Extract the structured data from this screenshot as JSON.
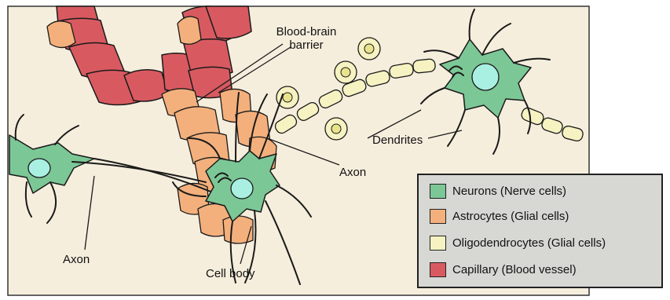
{
  "labels": {
    "blood_brain_barrier": "Blood-brain\nbarrier",
    "dendrites": "Dendrites",
    "axon_right": "Axon",
    "axon_left": "Axon",
    "cell_body": "Cell body"
  },
  "legend": [
    {
      "label": "Neurons (Nerve cells)",
      "color": "#7cc796"
    },
    {
      "label": "Astrocytes (Glial cells)",
      "color": "#f3b07c"
    },
    {
      "label": "Oligodendrocytes (Glial cells)",
      "color": "#f6f2c2"
    },
    {
      "label": "Capillary (Blood vessel)",
      "color": "#d85a60"
    }
  ],
  "colors": {
    "background": "#f6eedd",
    "neuron": "#7cc796",
    "nucleus": "#a9f0e2",
    "astrocyte": "#f3b07c",
    "oligodendrocyte": "#f6f2c2",
    "capillary": "#d85a60",
    "outline": "#1a1a1a"
  }
}
